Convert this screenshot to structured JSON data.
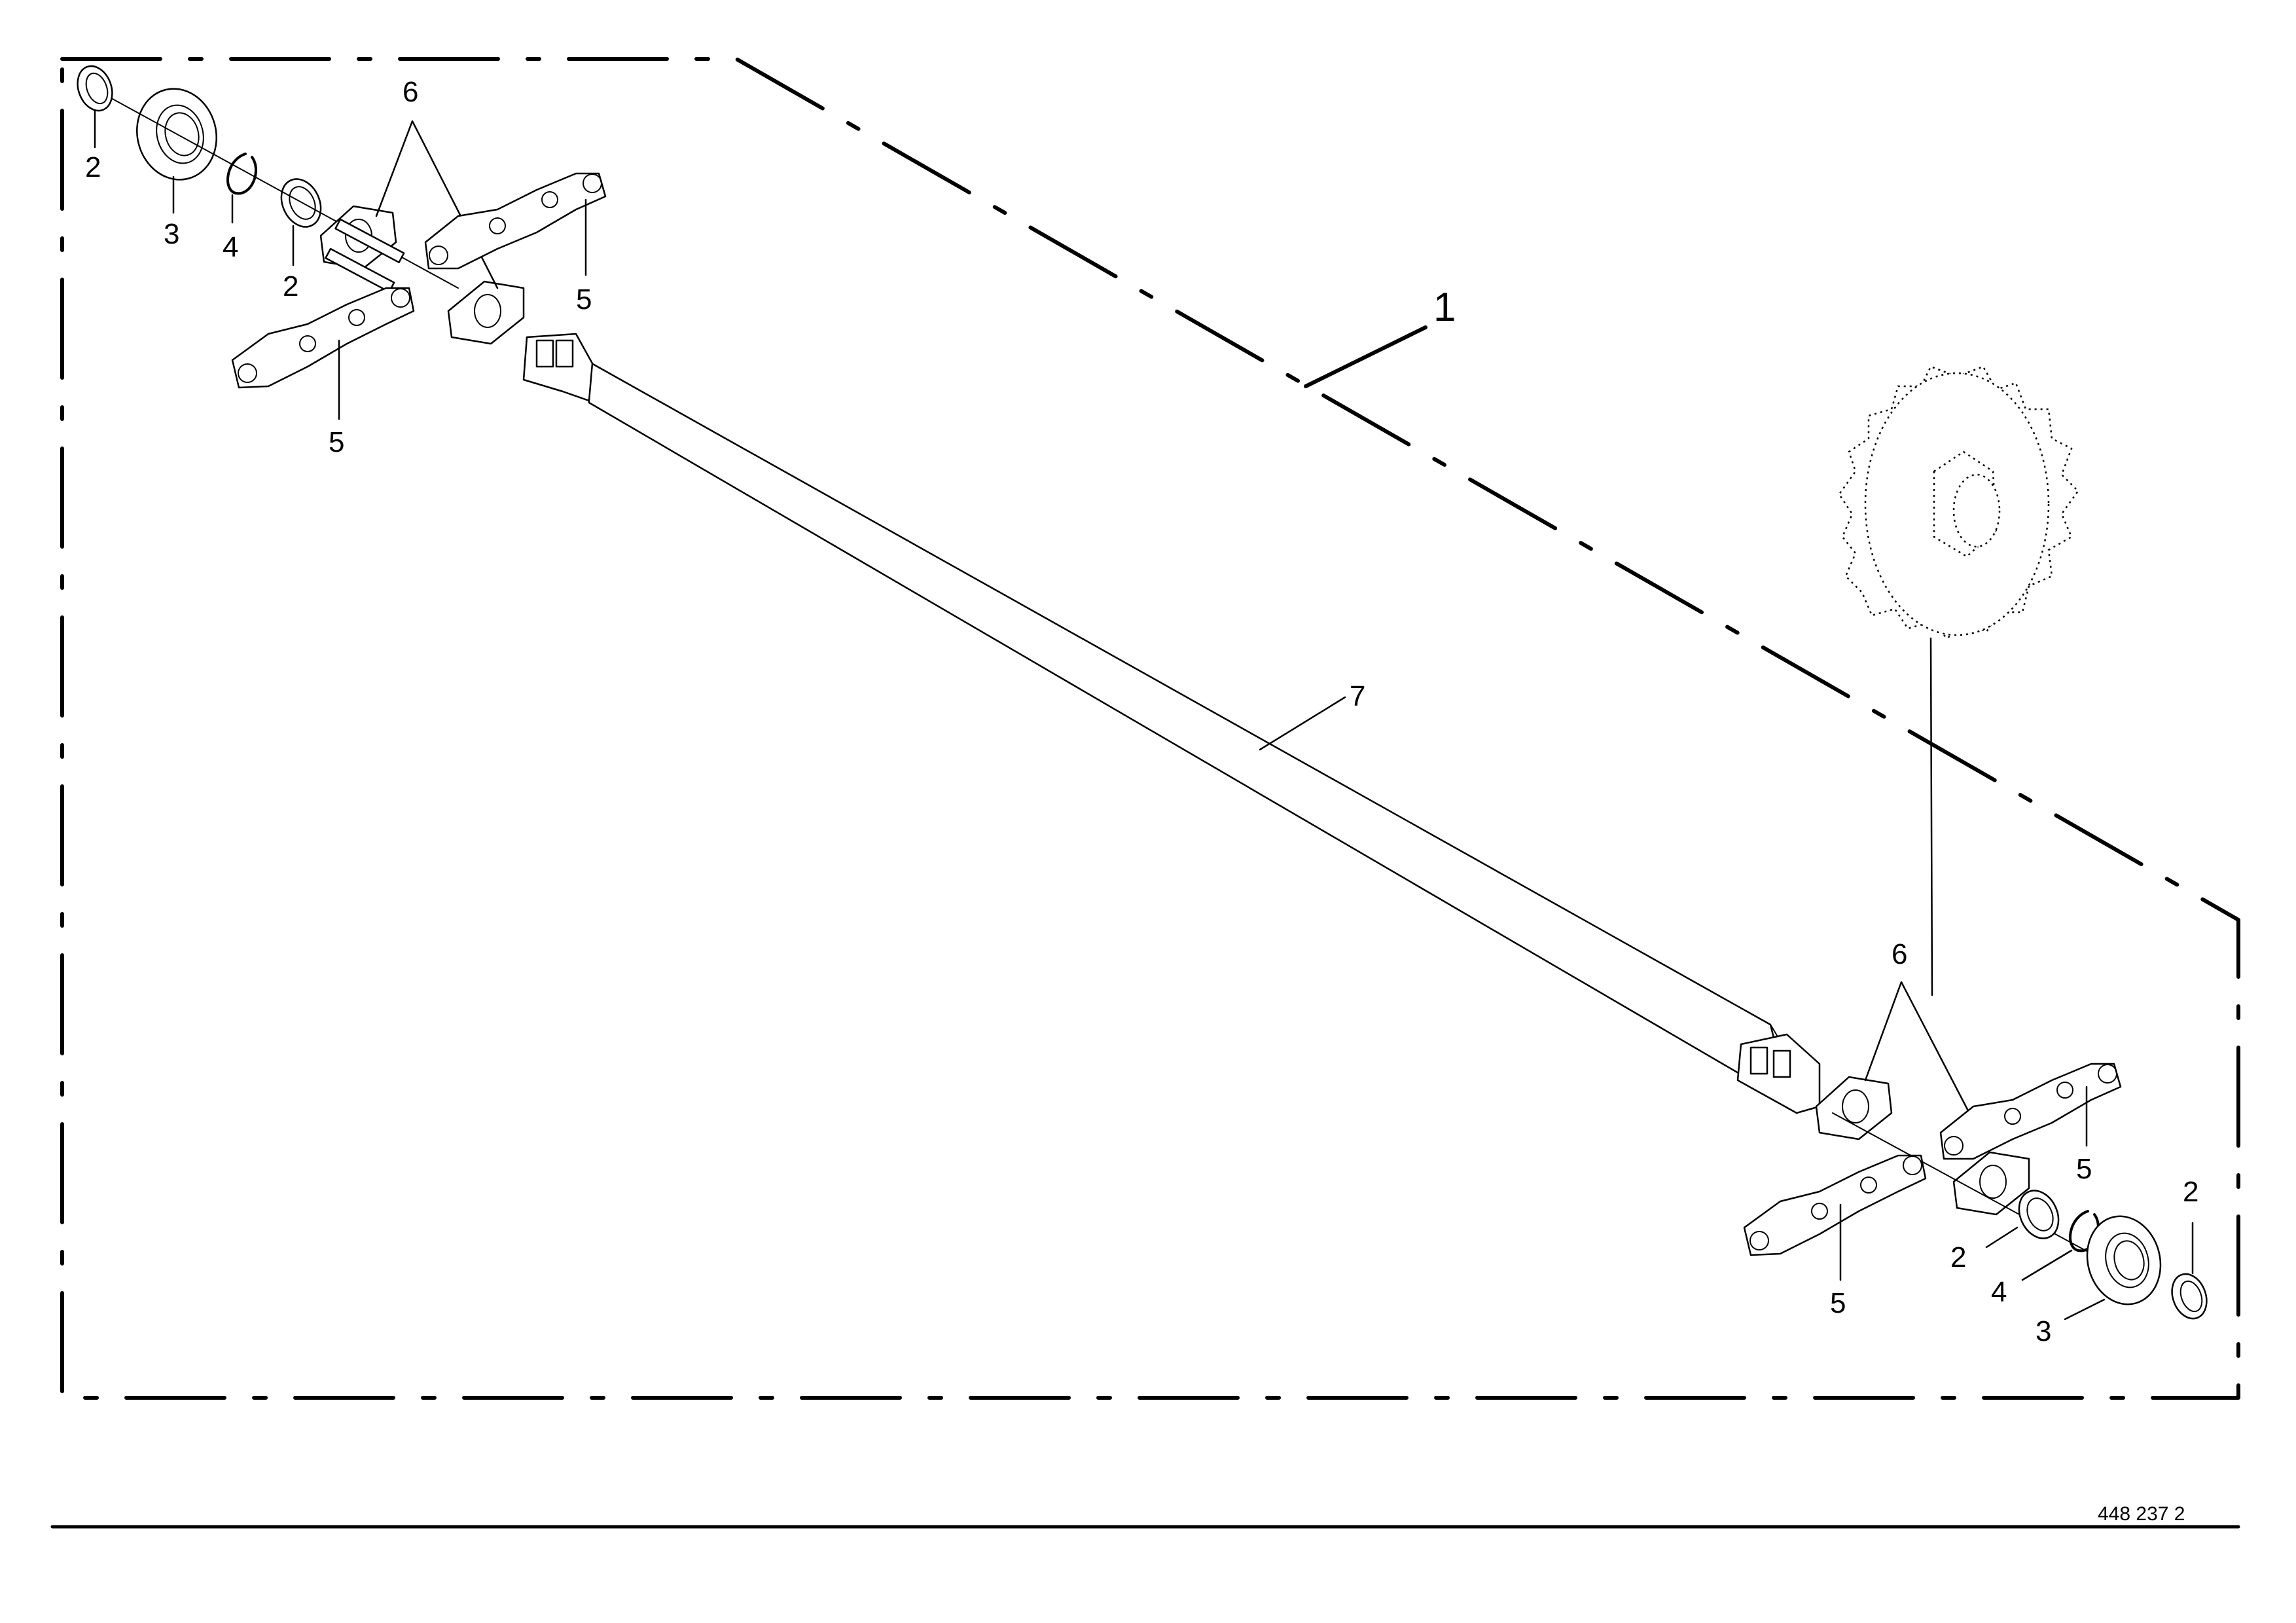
{
  "drawing_number": "448 237 2",
  "assembly_callout": "1",
  "callouts": {
    "ring_a": "2",
    "bearing_a": "3",
    "circlip_a": "4",
    "ring_b": "2",
    "plates_top": "6",
    "chain_top_a": "5",
    "chain_bottom_a": "5",
    "shaft": "7",
    "plates_bottom": "6",
    "chain_top_b": "5",
    "chain_bottom_b": "5",
    "ring_c": "2",
    "circlip_b": "4",
    "bearing_b": "3",
    "ring_d": "2"
  }
}
